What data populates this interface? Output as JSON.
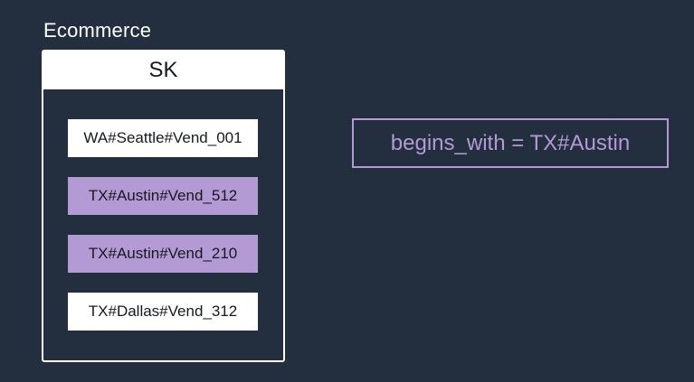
{
  "table": {
    "title": "Ecommerce",
    "key_header": "SK",
    "items": [
      {
        "value": "WA#Seattle#Vend_001",
        "highlighted": false
      },
      {
        "value": "TX#Austin#Vend_512",
        "highlighted": true
      },
      {
        "value": "TX#Austin#Vend_210",
        "highlighted": true
      },
      {
        "value": "TX#Dallas#Vend_312",
        "highlighted": false
      }
    ]
  },
  "query": {
    "condition": "begins_with = TX#Austin"
  },
  "colors": {
    "background": "#232f3e",
    "highlight": "#b39ad4",
    "box": "#ffffff"
  }
}
